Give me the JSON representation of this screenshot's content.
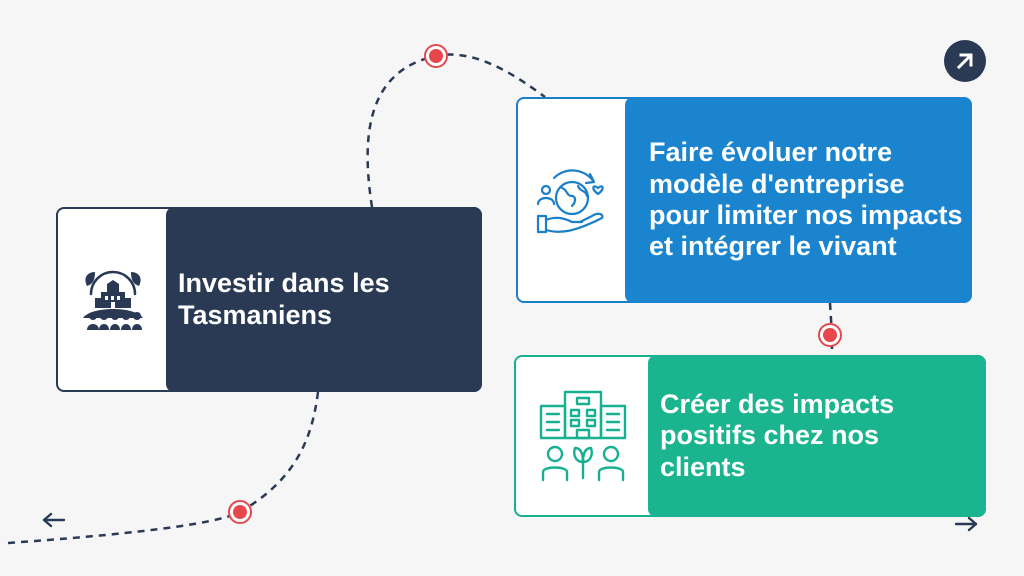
{
  "colors": {
    "navy": "#2a3a55",
    "blue": "#1a84cf",
    "green": "#1ab58f",
    "marker": "#e5474c",
    "background": "#f6f6f6"
  },
  "steps": [
    {
      "label": "Investir dans les Tasmaniens",
      "icon": "globe-community-icon"
    },
    {
      "label": "Faire évoluer notre modèle d'entreprise pour limiter nos impacts et intégrer le vivant",
      "icon": "hand-globe-icon"
    },
    {
      "label": "Créer des impacts positifs chez nos clients",
      "icon": "building-people-icon"
    }
  ],
  "controls": {
    "corner_icon": "arrow-up-right-icon",
    "left_icon": "arrow-left-icon",
    "right_icon": "arrow-right-icon"
  }
}
